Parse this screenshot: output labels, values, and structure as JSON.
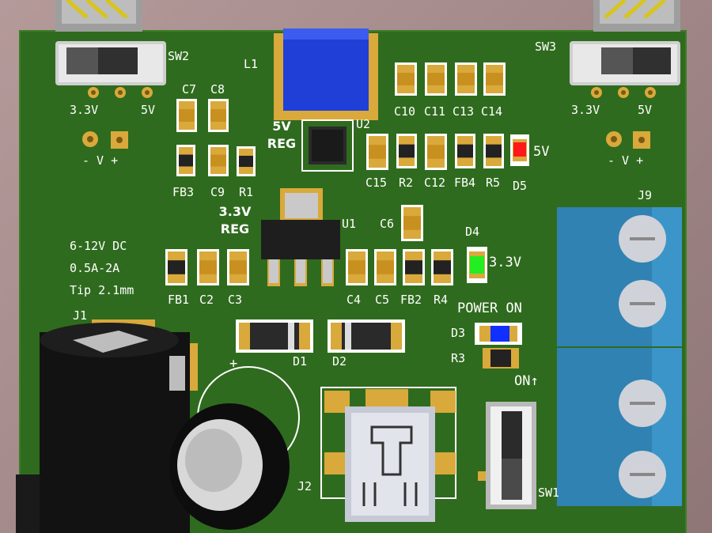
{
  "labels": {
    "sw2": "SW2",
    "sw3": "SW3",
    "l1": "L1",
    "u2": "U2",
    "u1": "U1",
    "reg5_line1": "5V",
    "reg5_line2": "REG",
    "reg33_line1": "3.3V",
    "reg33_line2": "REG",
    "c7": "C7",
    "c8": "C8",
    "fb3": "FB3",
    "c9": "C9",
    "r1": "R1",
    "c10": "C10",
    "c11": "C11",
    "c13": "C13",
    "c14": "C14",
    "c15": "C15",
    "r2": "R2",
    "c12": "C12",
    "fb4": "FB4",
    "r5": "R5",
    "d5": "D5",
    "out5v": "5V",
    "c6": "C6",
    "d4": "D4",
    "out33v": "3.3V",
    "fb1": "FB1",
    "c2": "C2",
    "c3": "C3",
    "c4": "C4",
    "c5": "C5",
    "fb2": "FB2",
    "r4": "R4",
    "spec1": "6-12V DC",
    "spec2": "0.5A-2A",
    "spec3": "Tip 2.1mm",
    "j1": "J1",
    "j2": "J2",
    "j9": "J9",
    "d1": "D1",
    "d2": "D2",
    "power_on": "POWER ON",
    "d3": "D3",
    "r3": "R3",
    "on_label": "ON↑",
    "sw1": "SW1",
    "plus": "+",
    "sw2_left": "3.3V",
    "sw2_right": "5V",
    "pin_left": "- V +",
    "sw3_left": "3.3V",
    "sw3_right": "5V",
    "pin_right": "- V +"
  },
  "colors": {
    "pcb": "#2f6b1e",
    "silkscreen": "#ffffff",
    "pad": "#d9a93b",
    "cap_body": "#c8901f",
    "inductor": "#1f3fd6",
    "terminal_block": "#3b95c9",
    "led_red": "#ff1a1a",
    "led_green": "#22ee22",
    "led_blue": "#1030ff"
  }
}
